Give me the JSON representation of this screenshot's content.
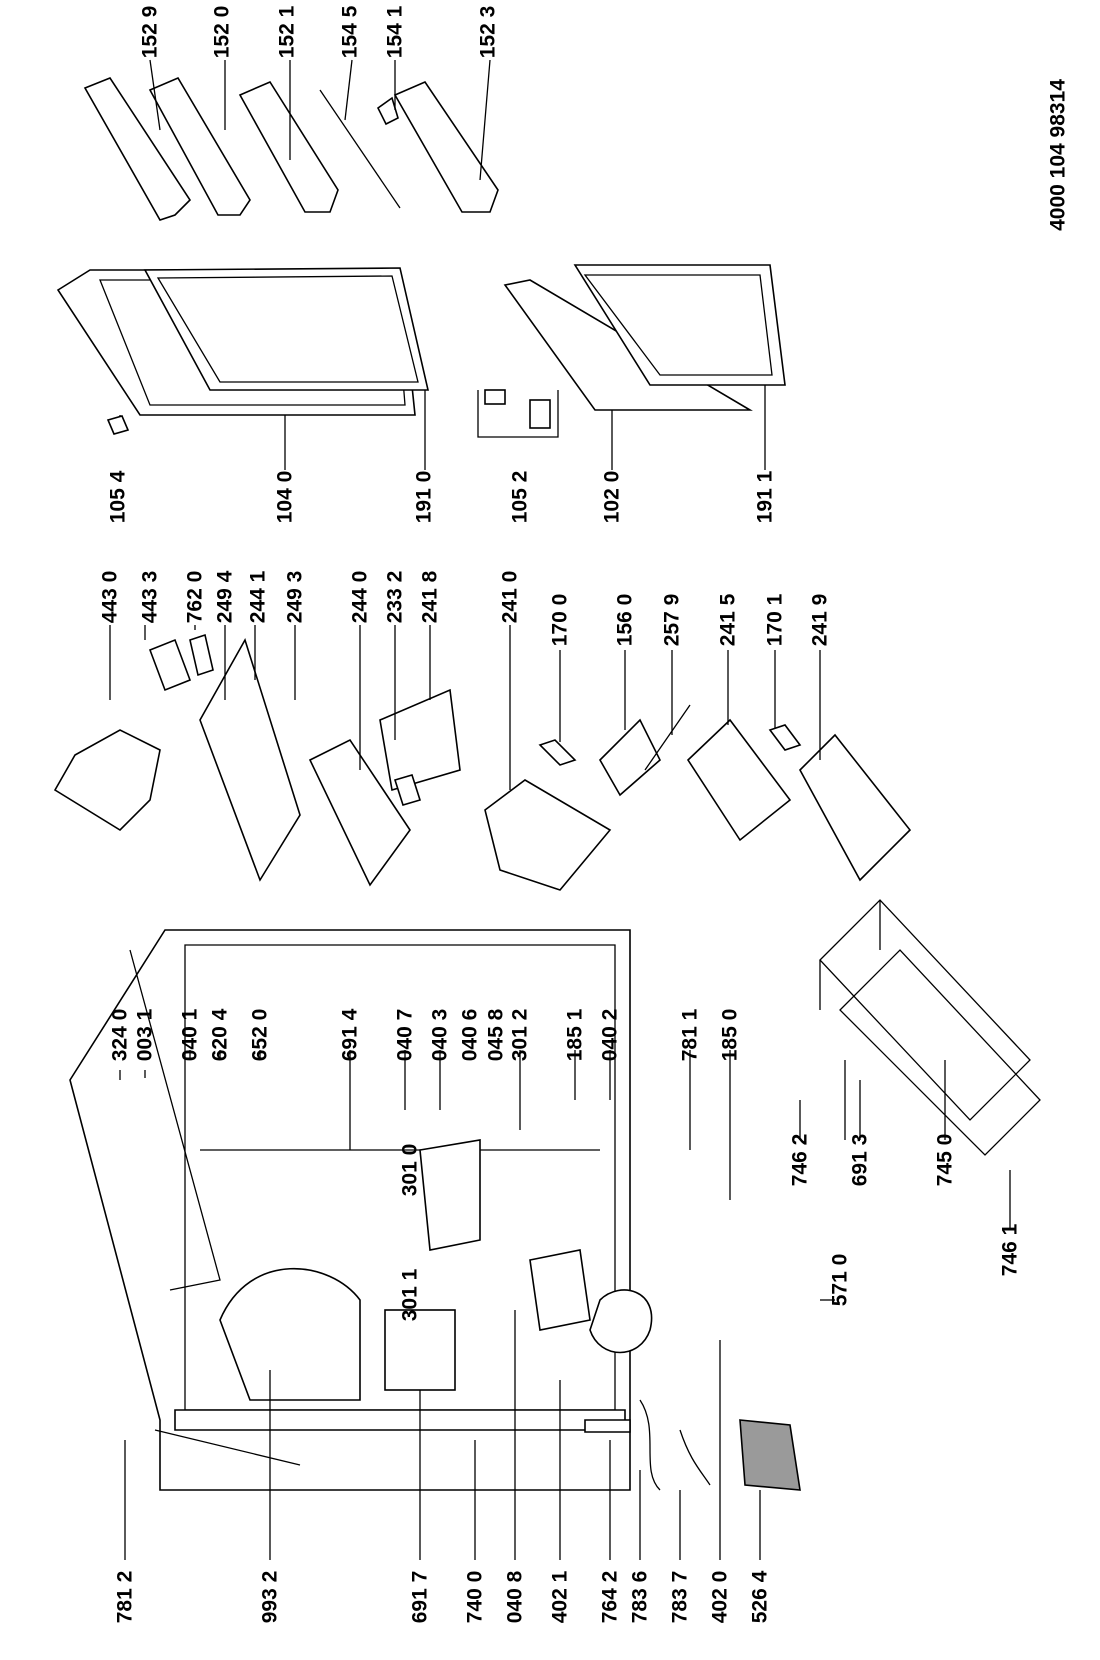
{
  "document_number": "4000 104 98314",
  "part_labels": {
    "p1529": "152 9",
    "p1520": "152 0",
    "p1521": "152 1",
    "p1545": "154 5",
    "p1541": "154 1",
    "p1523": "152 3",
    "p1054": "105 4",
    "p1040": "104 0",
    "p1910": "191 0",
    "p1052": "105 2",
    "p1020": "102 0",
    "p1911": "191 1",
    "p4430": "443 0",
    "p4433": "443 3",
    "p7620": "762 0",
    "p2494": "249 4",
    "p2441": "244 1",
    "p2493": "249 3",
    "p2440": "244 0",
    "p2332": "233 2",
    "p2418": "241 8",
    "p2410": "241 0",
    "p1700": "170 0",
    "p1560": "156 0",
    "p2579": "257 9",
    "p2415": "241 5",
    "p1701": "170 1",
    "p2419": "241 9",
    "p3240": "324 0",
    "p0031": "003 1",
    "p0401": "040 1",
    "p6204": "620 4",
    "p6520": "652 0",
    "p6914": "691 4",
    "p0407": "040 7",
    "p0403": "040 3",
    "p0406": "040 6",
    "p0458": "045 8",
    "p3012": "301 2",
    "p1851": "185 1",
    "p0402": "040 2",
    "p7811": "781 1",
    "p1850": "185 0",
    "p3010": "301 0",
    "p3011": "301 1",
    "p7462": "746 2",
    "p6913": "691 3",
    "p7450": "745 0",
    "p7461": "746 1",
    "p5710": "571 0",
    "p7812": "781 2",
    "p9932": "993 2",
    "p6917": "691 7",
    "p7400": "740 0",
    "p0408": "040 8",
    "p4021": "402 1",
    "p7642": "764 2",
    "p7836": "783 6",
    "p7837": "783 7",
    "p4020": "402 0",
    "p5264": "526 4"
  }
}
